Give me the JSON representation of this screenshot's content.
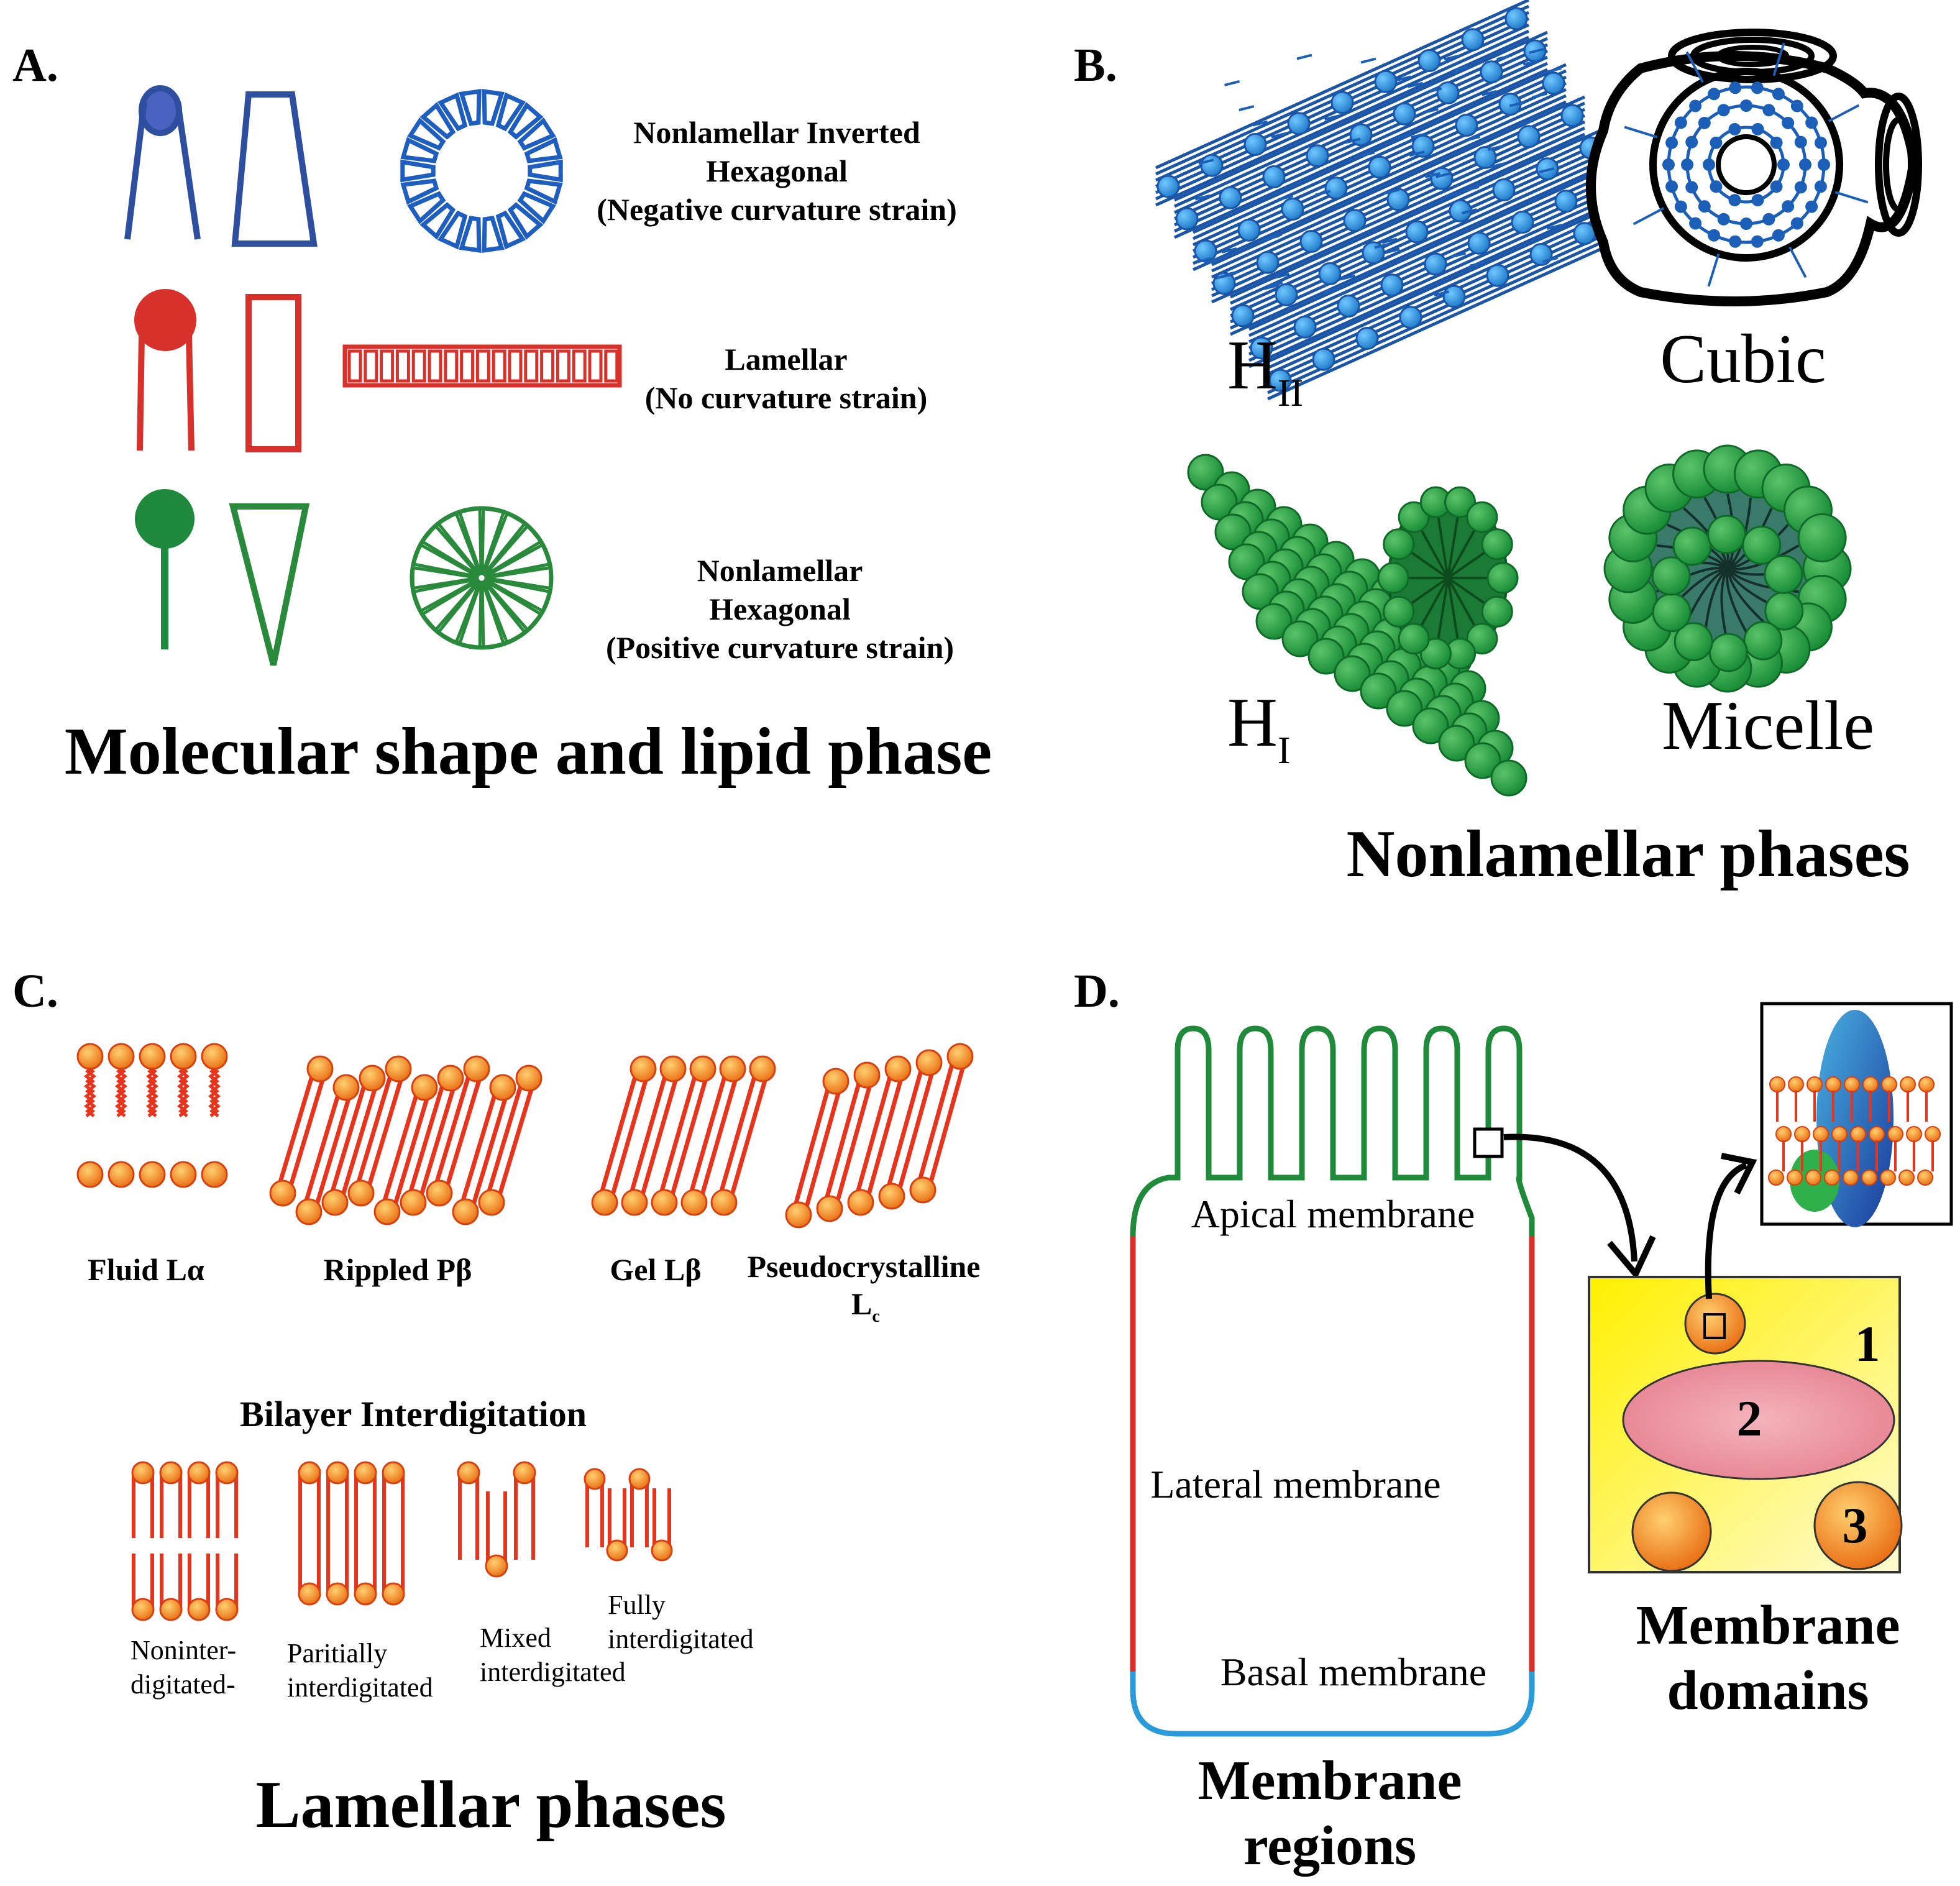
{
  "panels": {
    "a": {
      "label": "A.",
      "rows": [
        {
          "lines": [
            "Nonlamellar Inverted",
            "Hexagonal",
            "(Negative curvature strain)"
          ],
          "color": "#2e4fa0"
        },
        {
          "lines": [
            "Lamellar",
            "(No curvature strain)"
          ],
          "color": "#d8302a"
        },
        {
          "lines": [
            "Nonlamellar",
            "Hexagonal",
            "(Positive curvature strain)"
          ],
          "color": "#2a8a3c"
        }
      ],
      "title": "Molecular shape and lipid phase"
    },
    "b": {
      "label": "B.",
      "hii_main": "H",
      "hii_sub": "II",
      "cubic": "Cubic",
      "hi_main": "H",
      "hi_sub": "I",
      "micelle": "Micelle",
      "title": "Nonlamellar phases",
      "colors": {
        "blue": "#1c5fb8",
        "green": "#1f8a3e"
      }
    },
    "c": {
      "label": "C.",
      "fluid": "Fluid Lα",
      "rippled": "Rippled Pβ",
      "gel": "Gel Lβ",
      "pseudo": "Pseudocrystalline",
      "pseudo_main": "L",
      "pseudo_sub": "c",
      "bilayer_title": "Bilayer Interdigitation",
      "nonint1": "Noninter-",
      "nonint2": "digitated-",
      "partial1": "Paritially",
      "partial2": "interdigitated",
      "mixed1": "Mixed",
      "mixed2": "interdigitated",
      "fully1": "Fully",
      "fully2": "interdigitated",
      "title": "Lamellar phases",
      "colors": {
        "lipid": "#e8341c",
        "head": "#f07a1c"
      }
    },
    "d": {
      "label": "D.",
      "apical": "Apical membrane",
      "lateral": "Lateral membrane",
      "basal": "Basal membrane",
      "regions1": "Membrane",
      "regions2": "regions",
      "domains1": "Membrane",
      "domains2": "domains",
      "d1": "1",
      "d2": "2",
      "d3": "3",
      "colors": {
        "apical": "#1e8a3a",
        "lateral": "#d9302a",
        "basal": "#2a9bd8",
        "raft": "#fff200"
      }
    }
  }
}
